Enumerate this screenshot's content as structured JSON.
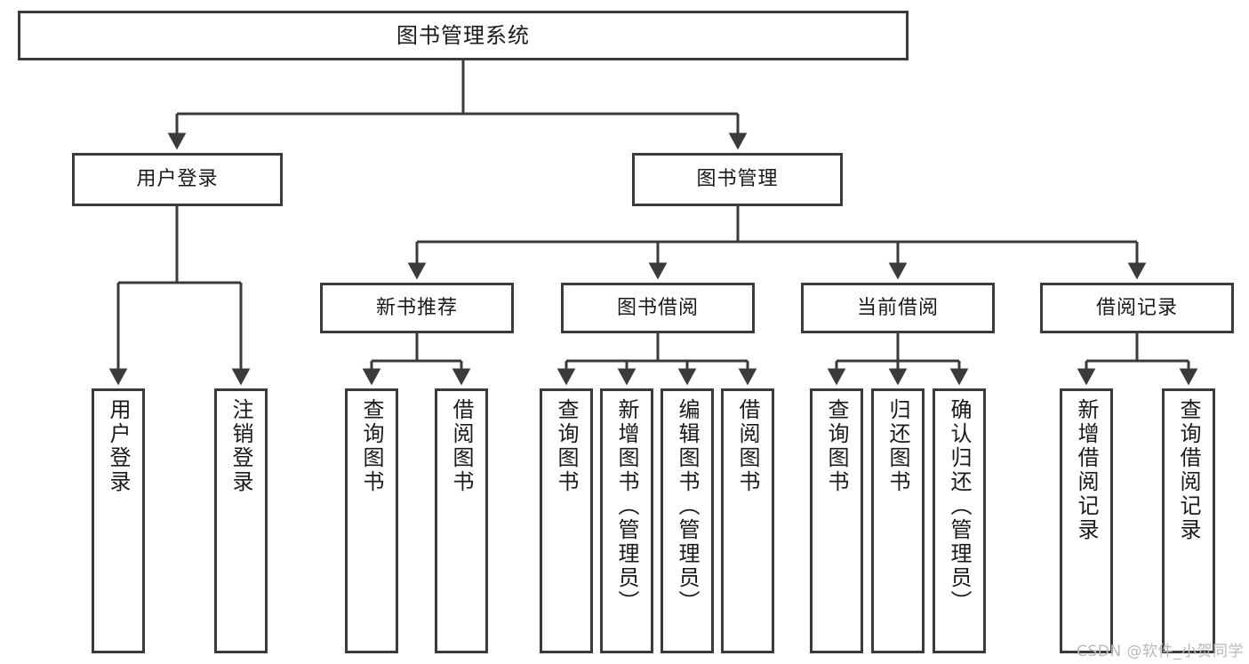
{
  "diagram": {
    "title_node": {
      "label": "图书管理系统"
    },
    "level1": [
      {
        "key": "user_login",
        "label": "用户登录"
      },
      {
        "key": "book_manage",
        "label": "图书管理"
      }
    ],
    "level2": [
      {
        "key": "new_book_rec",
        "label": "新书推荐"
      },
      {
        "key": "book_borrow",
        "label": "图书借阅"
      },
      {
        "key": "current_borrow",
        "label": "当前借阅"
      },
      {
        "key": "borrow_record",
        "label": "借阅记录"
      }
    ],
    "leaves": {
      "user_login": [
        {
          "label": "用户登录"
        },
        {
          "label": "注销登录"
        }
      ],
      "new_book_rec": [
        {
          "label": "查询图书"
        },
        {
          "label": "借阅图书"
        }
      ],
      "book_borrow": [
        {
          "label": "查询图书"
        },
        {
          "label": "新增图书（管理员）"
        },
        {
          "label": "编辑图书（管理员）"
        },
        {
          "label": "借阅图书"
        }
      ],
      "current_borrow": [
        {
          "label": "查询图书"
        },
        {
          "label": "归还图书"
        },
        {
          "label": "确认归还（管理员）"
        }
      ],
      "borrow_record": [
        {
          "label": "新增借阅记录"
        },
        {
          "label": "查询借阅记录"
        }
      ]
    },
    "watermark": {
      "text": "CSDN @软件_小贺同学"
    },
    "colors": {
      "stroke": "#3b3b3b",
      "background": "#ffffff",
      "text": "#1a1a1a",
      "watermark": "#b9b9b9"
    }
  }
}
